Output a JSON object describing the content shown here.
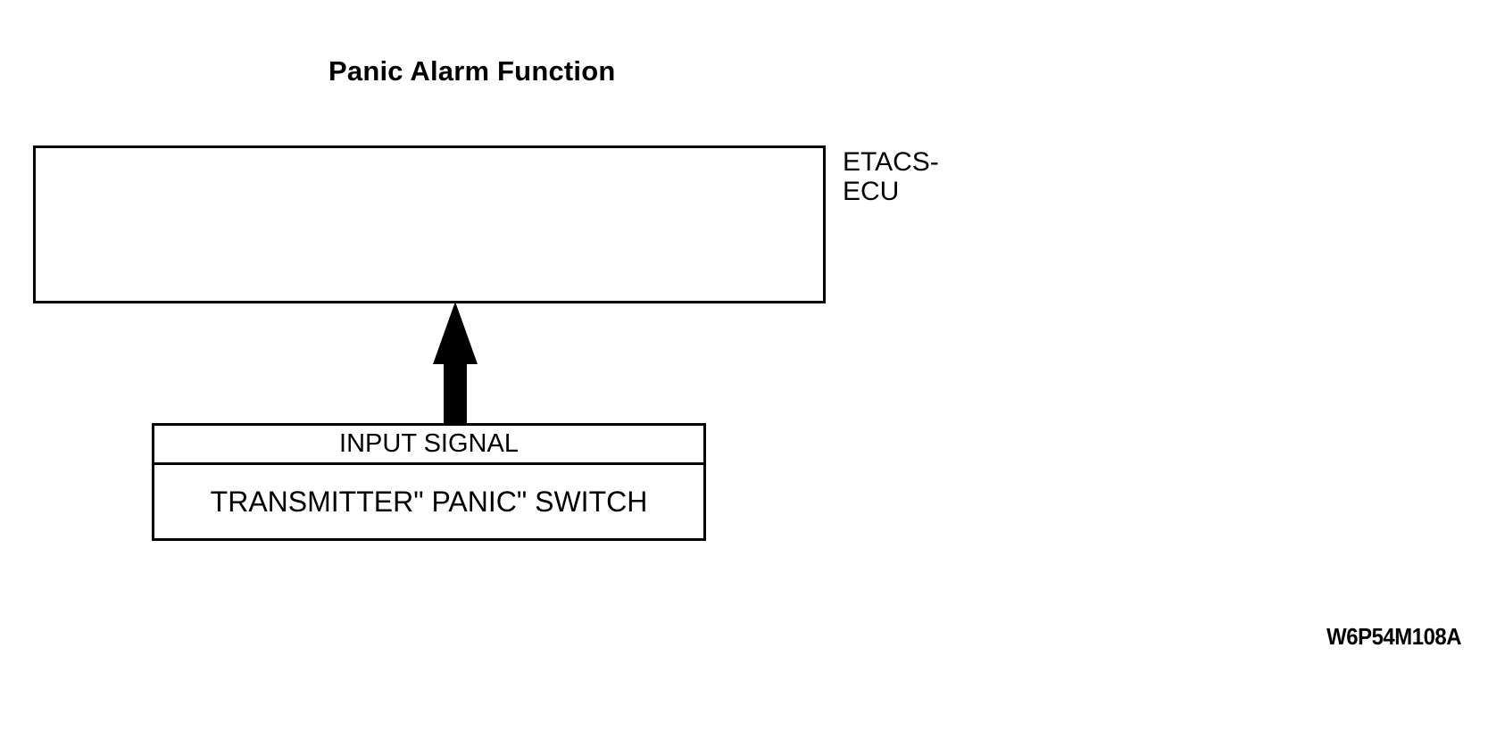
{
  "figure": {
    "title": "Panic Alarm Function",
    "code": "W6P54M108A",
    "ink_color": "#000000",
    "background_color": "#ffffff"
  },
  "ecu": {
    "label": "ETACS-\nECU",
    "label_line1": "ETACS-",
    "label_line2": "ECU",
    "box_content": ""
  },
  "arrow": {
    "name": "input-signal-arrow",
    "direction": "up",
    "from": "TRANSMITTER\" PANIC\" SWITCH",
    "to": "ETACS-ECU"
  },
  "source_block": {
    "header": "INPUT SIGNAL",
    "item": "TRANSMITTER\" PANIC\" SWITCH"
  }
}
